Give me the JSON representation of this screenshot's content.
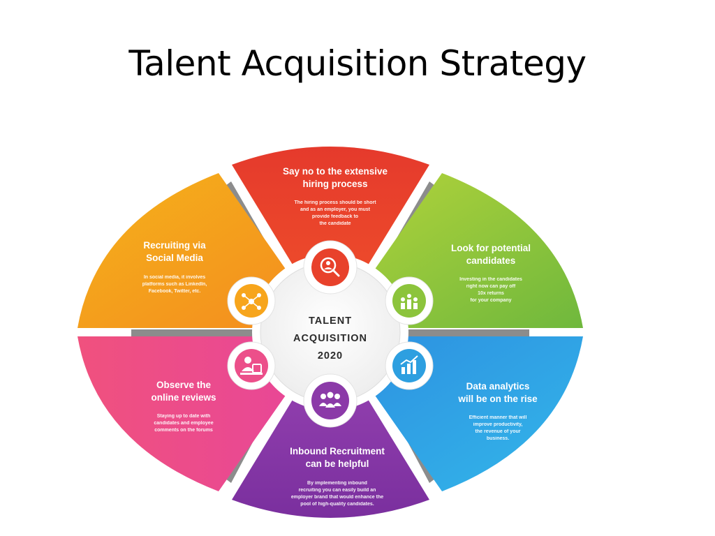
{
  "title": "Talent Acquisition Strategy",
  "colors": {
    "red": "#e8412b",
    "green": "#8cc43c",
    "blue": "#2d9fe0",
    "purple": "#8b3aa8",
    "pink": "#ec4f8a",
    "orange": "#f7a51c",
    "divider": "#8c8c8c"
  },
  "center": {
    "line1": "TALENT",
    "line2": "ACQUISITION",
    "line3": "2020"
  },
  "segments": [
    {
      "id": "hiring",
      "title1": "Say no to the extensive",
      "title2": "hiring process",
      "body": [
        "The hiring process should be short",
        "and as an employer, you must",
        "provide feedback to",
        "the candidate"
      ],
      "icon": "magnifier-people-icon"
    },
    {
      "id": "candidates",
      "title1": "Look for potential",
      "title2": "candidates",
      "body": [
        "Investing in the candidates",
        "right now can pay off",
        "10x returns",
        "for your company"
      ],
      "icon": "team-building-icon"
    },
    {
      "id": "analytics",
      "title1": "Data analytics",
      "title2": "will be on the rise",
      "body": [
        "Efficient manner that will",
        "improve productivity,",
        "the revenue of your",
        "business."
      ],
      "icon": "bar-chart-icon"
    },
    {
      "id": "inbound",
      "title1": "Inbound Recruitment",
      "title2": "can be helpful",
      "body": [
        "By implementing inbound",
        "recruiting you can easily build an",
        "employer brand that would enhance the",
        "pool of high-quality candidates."
      ],
      "icon": "group-icon"
    },
    {
      "id": "reviews",
      "title1": "Observe the",
      "title2": "online reviews",
      "body": [
        "Staying up to date with",
        "candidates and employee",
        "comments on the forums"
      ],
      "icon": "person-review-icon"
    },
    {
      "id": "social",
      "title1": "Recruiting via",
      "title2": "Social Media",
      "body": [
        "In social media, it involves",
        "platforms such as LinkedIn,",
        "Facebook, Twitter, etc."
      ],
      "icon": "social-network-icon"
    }
  ]
}
